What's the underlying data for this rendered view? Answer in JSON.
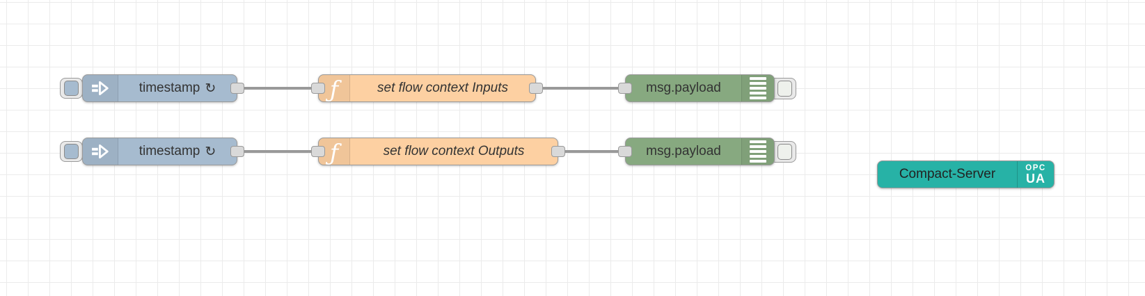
{
  "palette": {
    "inject_color": "#a6bbcf",
    "function_color": "#fdd0a2",
    "debug_color": "#87a980",
    "server_color": "#27b2a6",
    "wire_color": "#999999",
    "port_color": "#d9d9d9",
    "grid_color": "#ebebeb"
  },
  "icons": {
    "function_glyph": "ƒ",
    "repeat_glyph": "↻"
  },
  "flow": {
    "row1": {
      "inject": {
        "label": "timestamp"
      },
      "function": {
        "label": "set flow context Inputs"
      },
      "debug": {
        "label": "msg.payload"
      }
    },
    "row2": {
      "inject": {
        "label": "timestamp"
      },
      "function": {
        "label": "set flow context Outputs"
      },
      "debug": {
        "label": "msg.payload"
      }
    },
    "server": {
      "label": "Compact-Server",
      "badge_line1": "OPC",
      "badge_line2": "UA"
    }
  }
}
